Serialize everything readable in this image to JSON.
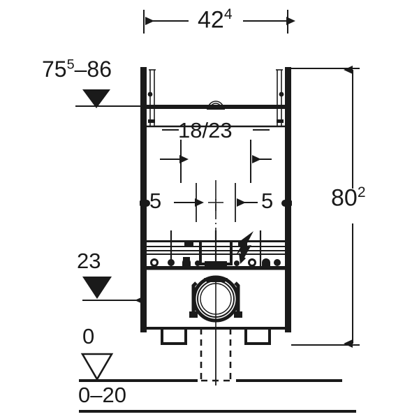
{
  "drawing": {
    "title": "Sanitary installation frame elevation",
    "units": "cm",
    "stroke_color": "#1a1a1a",
    "background": "#ffffff"
  },
  "dimensions": {
    "width_top": {
      "value": "42",
      "sup": "4",
      "name": "overall-width"
    },
    "height_left": {
      "value": "75",
      "sup": "5",
      "suffix": "–86",
      "name": "mounting-height-range"
    },
    "opening_width": {
      "value": "18/23",
      "name": "connector-spacing"
    },
    "offset_left": {
      "value": "5",
      "name": "left-offset"
    },
    "offset_right": {
      "value": "5",
      "name": "right-offset"
    },
    "height_right": {
      "value": "80",
      "sup": "2",
      "name": "overall-height"
    },
    "outlet_height": {
      "value": "23",
      "name": "outlet-height"
    },
    "datum": {
      "value": "0",
      "name": "floor-datum"
    },
    "floor_range": {
      "value": "0–20",
      "name": "floor-buildup-range"
    }
  },
  "symbols": {
    "electrical": "lightning-bolt-icon",
    "datum_marker": "datum-triangle-icon",
    "level_marker": "filled-triangle-icon",
    "centerline": "centerline-marker"
  },
  "components": {
    "frame": "steel-frame",
    "left_post": "left-vertical-post",
    "right_post": "right-vertical-post",
    "top_rail": "top-crossbar",
    "cistern_band": "cistern-service-band",
    "flush_pipe": "flush-pipe-collar",
    "foot_left": "left-adjustable-foot",
    "foot_right": "right-adjustable-foot",
    "waste_outlet": "waste-outlet-hidden-outline"
  }
}
